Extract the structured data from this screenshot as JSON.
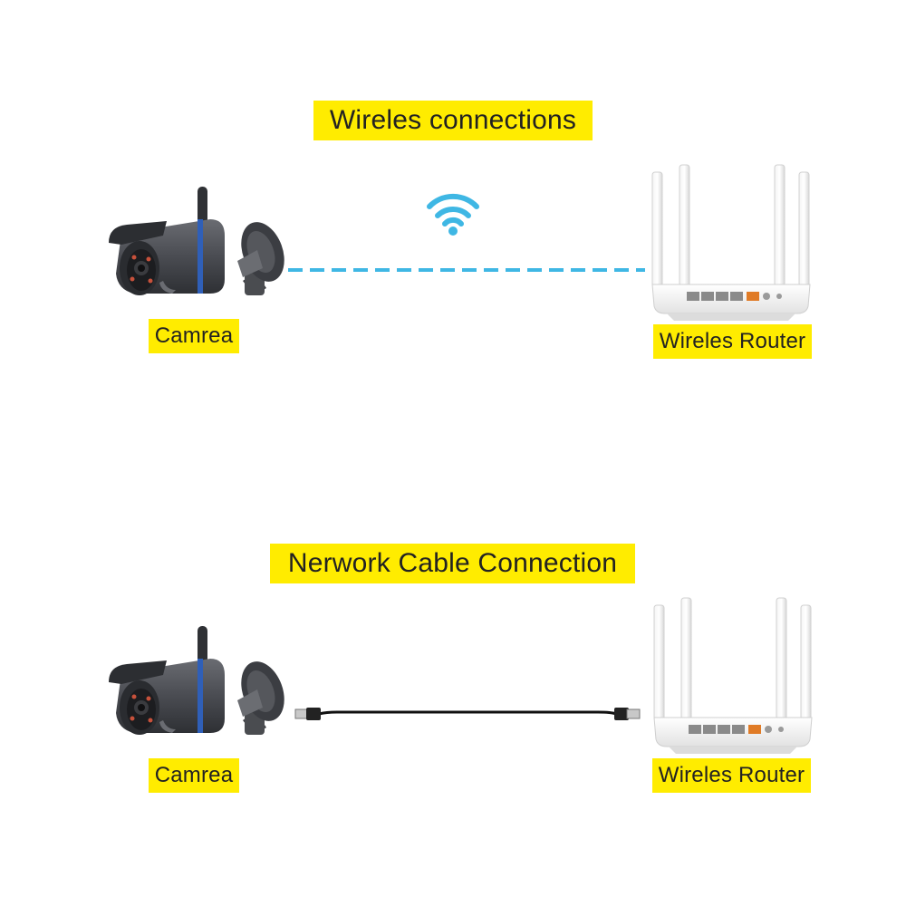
{
  "sections": [
    {
      "title": "Wireles connections",
      "device_left": "Camrea",
      "device_right": "Wireles Router",
      "link_type": "wifi-dashed",
      "link_color": "#3fb7e4",
      "icon": "wifi-icon"
    },
    {
      "title": "Nerwork Cable Connection",
      "device_left": "Camrea",
      "device_right": "Wireles Router",
      "link_type": "ethernet-cable",
      "link_color": "#111111",
      "icon": "ethernet-cable"
    }
  ],
  "colors": {
    "label_background": "#ffec00",
    "camera_body": "#4a4c52",
    "camera_ring": "#2f5fb8",
    "router_body": "#f2f2f2"
  }
}
